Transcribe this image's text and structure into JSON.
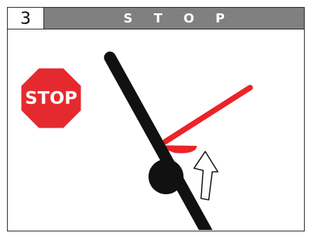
{
  "header": {
    "step_number": "3",
    "title": "S T O P"
  },
  "illustration": {
    "stop_sign_text": "STOP",
    "colors": {
      "stop_sign_fill": "#e52a2f",
      "stop_sign_border": "#ffffff",
      "lever": "#111111",
      "needle": "#ec2328",
      "arrow_fill": "#ffffff",
      "arrow_stroke": "#111111",
      "header_bg": "#808080"
    }
  }
}
